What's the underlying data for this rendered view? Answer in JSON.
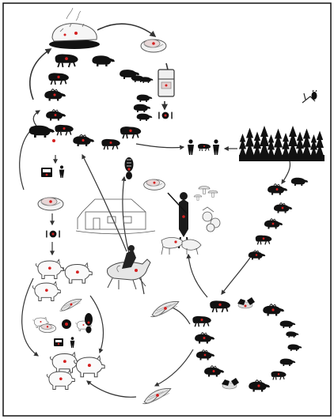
{
  "figure": {
    "kind": "wild boar transmission cycle illustration",
    "colors": {
      "ink": "#111111",
      "infection_marker": "#d42020",
      "arrow": "#333333",
      "sketch": "#555555",
      "ground": "#8a8a8a"
    }
  },
  "nodes": [
    {
      "id": "roast-platter",
      "icon": "roast-pig-on-platter-icon"
    },
    {
      "id": "meat-cuts-top",
      "icon": "meat-cuts-icon"
    },
    {
      "id": "fridge",
      "icon": "refrigerator-icon"
    },
    {
      "id": "plate-right",
      "icon": "plate-fork-knife-icon"
    },
    {
      "id": "wild-boar-cycle-top",
      "icon": "wild-boar-icon",
      "count": 17
    },
    {
      "id": "hunters",
      "icon": "two-hunters-with-boar-icon"
    },
    {
      "id": "forest",
      "icon": "conifer-forest-icon"
    },
    {
      "id": "owl-branch",
      "icon": "owl-on-branch-icon"
    },
    {
      "id": "boot-print",
      "icon": "boot-print-icon"
    },
    {
      "id": "meat-cuts-middle",
      "icon": "meat-cuts-icon"
    },
    {
      "id": "mushrooms",
      "icon": "mushrooms-icon"
    },
    {
      "id": "berries",
      "icon": "raspberries-icon"
    },
    {
      "id": "hunter-dogs",
      "icon": "hunter-with-dogs-icon"
    },
    {
      "id": "farmhouse",
      "icon": "farmhouse-sketch-icon"
    },
    {
      "id": "horse-rider",
      "icon": "rider-with-horses-icon"
    },
    {
      "id": "boar-chain",
      "icon": "wild-boar-icon",
      "count": 6
    },
    {
      "id": "corn-middle",
      "icon": "corn-cobs-icon"
    },
    {
      "id": "corn-bottom",
      "icon": "corn-cobs-icon"
    },
    {
      "id": "wild-boar-cycle-bottom",
      "icon": "wild-boar-icon",
      "count": 12
    },
    {
      "id": "birds",
      "icon": "crows-on-carcass-icon"
    },
    {
      "id": "meat-person-left",
      "icon": "meat-and-person-icon"
    },
    {
      "id": "meat-cuts-left",
      "icon": "meat-cuts-icon"
    },
    {
      "id": "plate-left",
      "icon": "plate-fork-knife-icon"
    },
    {
      "id": "domestic-pigs",
      "icon": "domestic-pig-icon",
      "count": 8
    },
    {
      "id": "farm-items",
      "icon": "farm-transmission-items-icon"
    }
  ],
  "edges": [
    {
      "from": "roast-platter",
      "to": "meat-cuts-top"
    },
    {
      "from": "meat-cuts-top",
      "to": "fridge"
    },
    {
      "from": "fridge",
      "to": "plate-right"
    },
    {
      "from": "wild-boar-cycle-top",
      "to": "roast-platter"
    },
    {
      "from": "wild-boar-cycle-top",
      "to": "hunters"
    },
    {
      "from": "forest",
      "to": "hunters"
    },
    {
      "from": "forest",
      "to": "boar-chain"
    },
    {
      "from": "boar-chain",
      "to": "wild-boar-cycle-bottom"
    },
    {
      "from": "wild-boar-cycle-bottom",
      "to": "hunter-dogs"
    },
    {
      "from": "wild-boar-cycle-bottom",
      "to": "corn-middle"
    },
    {
      "from": "corn-middle",
      "to": "horse-rider"
    },
    {
      "from": "horse-rider",
      "to": "wild-boar-cycle-top"
    },
    {
      "from": "hunter-dogs",
      "to": "wild-boar-cycle-top"
    },
    {
      "from": "wild-boar-cycle-top",
      "to": "meat-person-left"
    },
    {
      "from": "meat-person-left",
      "to": "meat-cuts-left"
    },
    {
      "from": "meat-cuts-left",
      "to": "plate-left"
    },
    {
      "from": "plate-left",
      "to": "domestic-pigs"
    },
    {
      "from": "domestic-pigs",
      "to": "farm-items"
    },
    {
      "from": "corn-bottom",
      "to": "domestic-pigs"
    },
    {
      "from": "wild-boar-cycle-bottom",
      "to": "corn-bottom"
    },
    {
      "from": "domestic-pigs",
      "to": "wild-boar-cycle-top"
    }
  ]
}
